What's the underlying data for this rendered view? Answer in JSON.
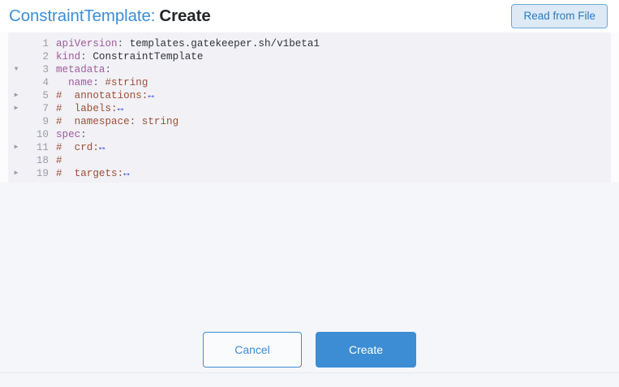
{
  "header": {
    "title_resource": "ConstraintTemplate:",
    "title_action": "Create",
    "read_from_file_label": "Read from File"
  },
  "editor": {
    "language": "yaml",
    "lines": [
      {
        "number": "1",
        "fold": "none",
        "tokens": [
          {
            "t": "key",
            "v": "apiVersion"
          },
          {
            "t": "punct",
            "v": ":"
          },
          {
            "t": "val",
            "v": " templates.gatekeeper.sh/v1beta1"
          }
        ]
      },
      {
        "number": "2",
        "fold": "none",
        "tokens": [
          {
            "t": "key",
            "v": "kind"
          },
          {
            "t": "punct",
            "v": ":"
          },
          {
            "t": "val",
            "v": " ConstraintTemplate"
          }
        ]
      },
      {
        "number": "3",
        "fold": "expanded",
        "tokens": [
          {
            "t": "key",
            "v": "metadata"
          },
          {
            "t": "punct",
            "v": ":"
          }
        ]
      },
      {
        "number": "4",
        "fold": "none",
        "tokens": [
          {
            "t": "key",
            "v": "  name"
          },
          {
            "t": "punct",
            "v": ":"
          },
          {
            "t": "com",
            "v": " #string"
          }
        ]
      },
      {
        "number": "5",
        "fold": "collapsed",
        "tokens": [
          {
            "t": "com",
            "v": "#  annotations:"
          },
          {
            "t": "badge",
            "v": "↔"
          }
        ]
      },
      {
        "number": "7",
        "fold": "collapsed",
        "tokens": [
          {
            "t": "com",
            "v": "#  labels:"
          },
          {
            "t": "badge",
            "v": "↔"
          }
        ]
      },
      {
        "number": "9",
        "fold": "none",
        "tokens": [
          {
            "t": "com",
            "v": "#  namespace: string"
          }
        ]
      },
      {
        "number": "10",
        "fold": "none",
        "tokens": [
          {
            "t": "key",
            "v": "spec"
          },
          {
            "t": "punct",
            "v": ":"
          }
        ]
      },
      {
        "number": "11",
        "fold": "collapsed",
        "tokens": [
          {
            "t": "com",
            "v": "#  crd:"
          },
          {
            "t": "badge",
            "v": "↔"
          }
        ]
      },
      {
        "number": "18",
        "fold": "none",
        "tokens": [
          {
            "t": "com",
            "v": "#"
          }
        ]
      },
      {
        "number": "19",
        "fold": "collapsed",
        "tokens": [
          {
            "t": "com",
            "v": "#  targets:"
          },
          {
            "t": "badge",
            "v": "↔"
          }
        ]
      }
    ],
    "fold_glyphs": {
      "expanded": "▼",
      "collapsed": "▶",
      "none": ""
    }
  },
  "footer": {
    "cancel_label": "Cancel",
    "create_label": "Create"
  },
  "colors": {
    "accent_blue": "#3c8dd4",
    "read_button_bg": "#ddeaf6",
    "editor_bg": "#f1f1f6",
    "page_bg": "#f5f6f9",
    "yaml_key": "#a05a9c",
    "yaml_comment": "#9c4f35",
    "fold_badge": "#2f3ed8"
  }
}
